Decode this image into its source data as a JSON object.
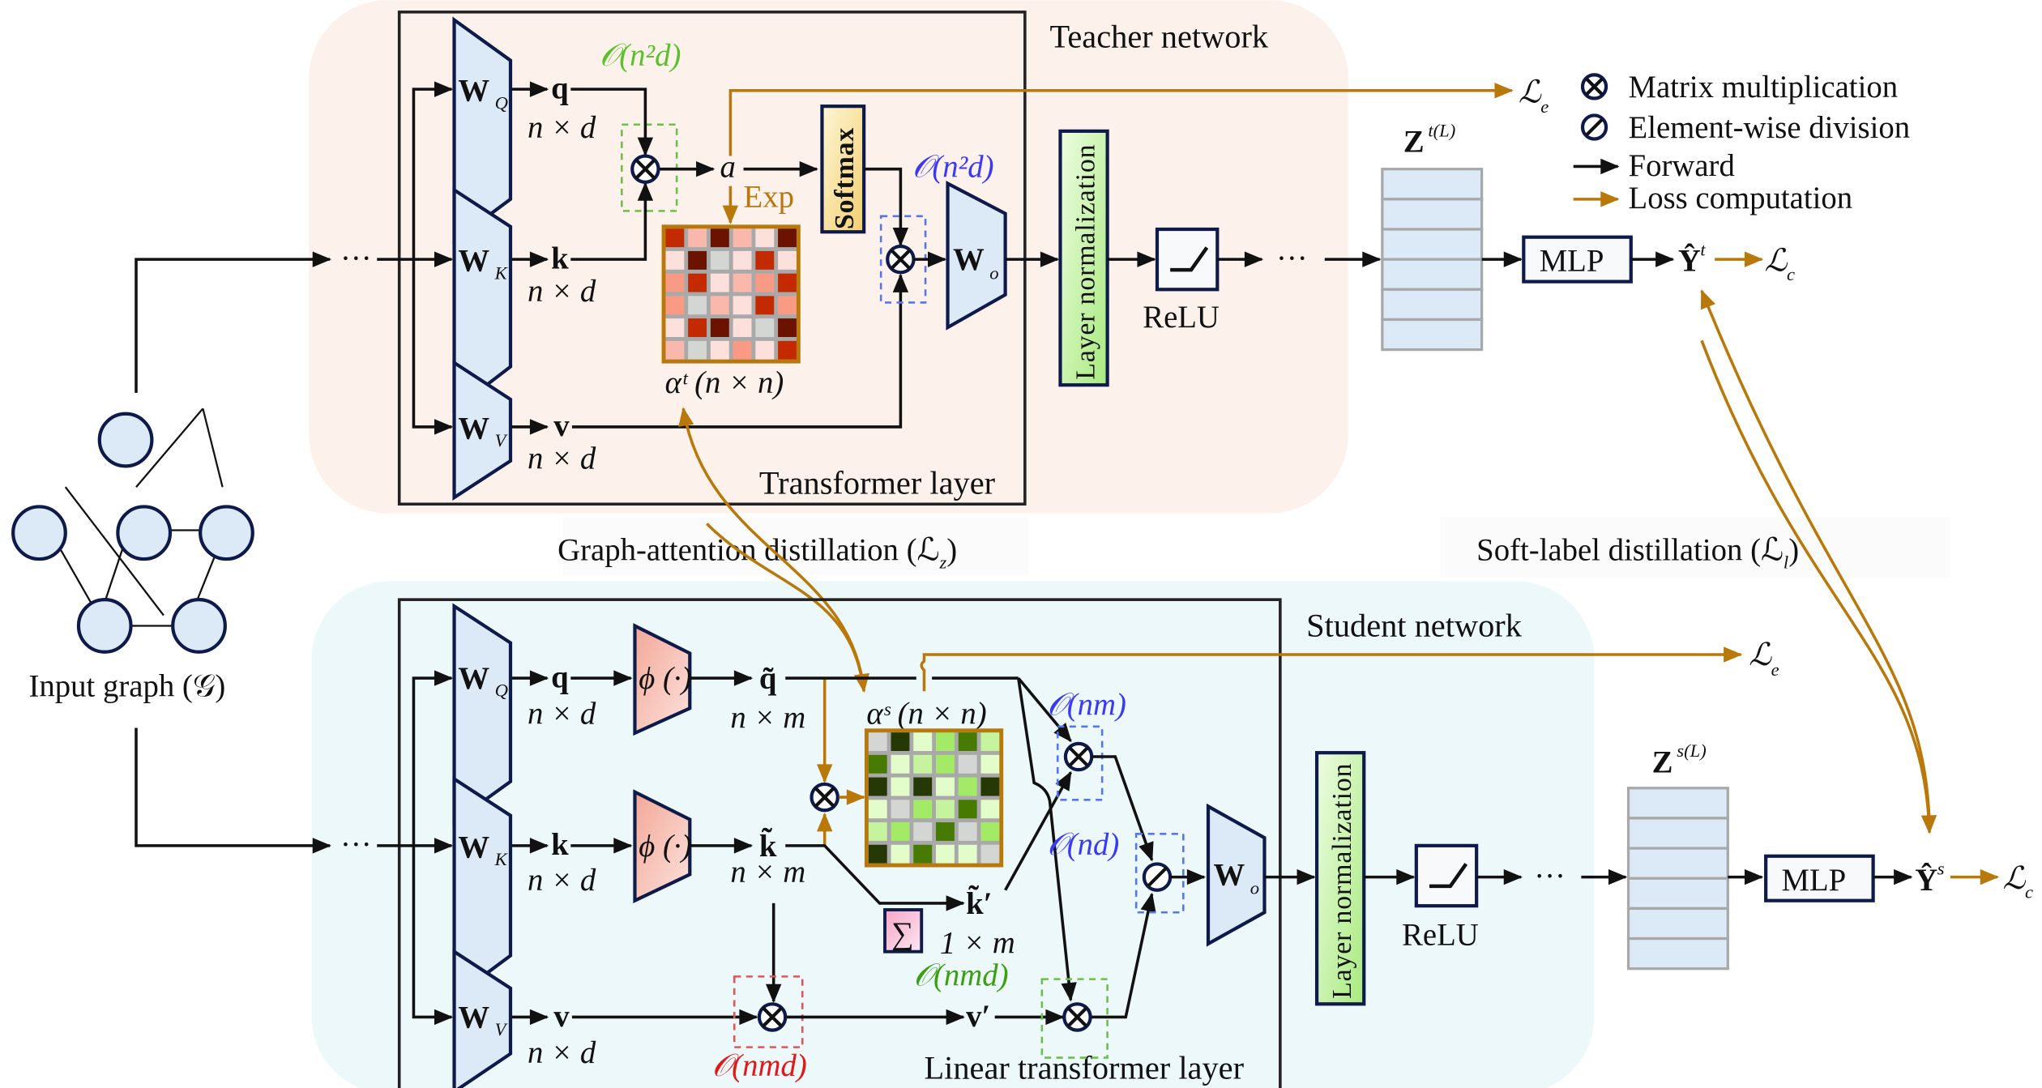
{
  "figure": {
    "teacher": {
      "section_title": "Teacher network",
      "layer_title": "Transformer layer",
      "wq": {
        "main": "W",
        "sub": "Q"
      },
      "wk": {
        "main": "W",
        "sub": "K"
      },
      "wv": {
        "main": "W",
        "sub": "V"
      },
      "wo": {
        "main": "W",
        "sub": "o"
      },
      "q": "q",
      "k": "k",
      "v": "v",
      "q_dim": "n × d",
      "k_dim": "n × d",
      "v_dim": "n × d",
      "a_label": "a",
      "exp_label": "Exp",
      "softmax_label": "Softmax",
      "complexity_qk": "𝒪(n²d)",
      "complexity_av": "𝒪(n²d)",
      "attention_label": "αᵗ (n × n)",
      "attention_matrix": [
        [
          "red",
          "lightpink",
          "darkred",
          "lightpink",
          "palepink",
          "darkred"
        ],
        [
          "palepink",
          "darkred",
          "gray",
          "palepink",
          "red",
          "palepink"
        ],
        [
          "salmon",
          "red",
          "palepink",
          "lightpink",
          "salmon",
          "red"
        ],
        [
          "salmon",
          "gray",
          "lightpink",
          "palepink",
          "red",
          "salmon"
        ],
        [
          "palepink",
          "red",
          "darkred",
          "palepink",
          "gray",
          "darkred"
        ],
        [
          "lightpink",
          "gray",
          "palepink",
          "salmon",
          "palepink",
          "red"
        ]
      ],
      "layernorm_label": "Layer normalization",
      "relu_label": "ReLU",
      "ellipsis": "···",
      "z_label": "Z",
      "z_sup": "t(L)",
      "mlp_label": "MLP",
      "y_label": "Ŷ",
      "y_sup": "t",
      "loss_e": {
        "main": "ℒ",
        "sub": "e"
      },
      "loss_c": {
        "main": "ℒ",
        "sub": "c"
      }
    },
    "student": {
      "section_title": "Student network",
      "layer_title": "Linear transformer layer",
      "wq": {
        "main": "W",
        "sub": "Q"
      },
      "wk": {
        "main": "W",
        "sub": "K"
      },
      "wv": {
        "main": "W",
        "sub": "V"
      },
      "wo": {
        "main": "W",
        "sub": "o"
      },
      "q": "q",
      "k": "k",
      "v": "v",
      "q_dim": "n × d",
      "k_dim": "n × d",
      "v_dim": "n × d",
      "phi_label": "ϕ (·)",
      "q_tilde": "q̃",
      "k_tilde": "k̃",
      "q_tilde_dim": "n × m",
      "k_tilde_dim": "n × m",
      "k_prime": "k̃′",
      "k_prime_dim": "1 × m",
      "sum_label": "∑",
      "v_prime": "v′",
      "complexity_kv": "𝒪(nmd)",
      "complexity_qkv": "𝒪(nmd)",
      "complexity_nm": "𝒪(nm)",
      "complexity_nd": "𝒪(nd)",
      "attention_label": "αˢ (n × n)",
      "attention_matrix": [
        [
          "gray",
          "darkgreen",
          "palegreen",
          "lightgreen",
          "green",
          "midgreen"
        ],
        [
          "green",
          "palegreen",
          "midgreen",
          "lightgreen",
          "gray",
          "palegreen"
        ],
        [
          "darkgreen",
          "palegreen",
          "darkgreen",
          "palegreen",
          "lightgreen",
          "darkgreen"
        ],
        [
          "palegreen",
          "gray",
          "lightgreen",
          "midgreen",
          "green",
          "palegreen"
        ],
        [
          "midgreen",
          "lightgreen",
          "gray",
          "green",
          "gray",
          "lightgreen"
        ],
        [
          "darkgreen",
          "palegreen",
          "green",
          "palegreen",
          "palegreen",
          "gray"
        ]
      ],
      "layernorm_label": "Layer normalization",
      "relu_label": "ReLU",
      "ellipsis": "···",
      "z_label": "Z",
      "z_sup": "s(L)",
      "mlp_label": "MLP",
      "y_label": "Ŷ",
      "y_sup": "s",
      "loss_e": {
        "main": "ℒ",
        "sub": "e"
      },
      "loss_c": {
        "main": "ℒ",
        "sub": "c"
      }
    },
    "input_graph_label": "Input graph (𝒢)",
    "input_ellipsis": "···",
    "distillation": {
      "graph_attention": "Graph-attention distillation (ℒ",
      "graph_attention_sub": "z",
      "soft_label": "Soft-label distillation (ℒ",
      "soft_label_sub": "l",
      "close_paren": ")"
    },
    "legend": [
      {
        "icon": "matrix-multiplication-icon",
        "label": "Matrix multiplication"
      },
      {
        "icon": "element-wise-division-icon",
        "label": "Element-wise division"
      },
      {
        "icon": "forward-arrow-icon",
        "label": "Forward"
      },
      {
        "icon": "loss-arrow-icon",
        "label": "Loss computation"
      }
    ],
    "colors": {
      "teacher_bg": "#fdf1ec",
      "student_bg": "#edf8fb",
      "loss": "#b8780a",
      "forward": "#111111",
      "complexity_green": "#5cc02a",
      "complexity_blue": "#3a3af0",
      "complexity_red": "#e01818",
      "teacher_palette": {
        "darkred": "#6b1200",
        "red": "#c42a00",
        "salmon": "#f99a85",
        "lightpink": "#fab8ad",
        "palepink": "#fde0dc",
        "gray": "#d4d6d4"
      },
      "student_palette": {
        "darkgreen": "#263806",
        "green": "#467a00",
        "lightgreen": "#a3ea66",
        "midgreen": "#c6f49e",
        "palegreen": "#e2fcca",
        "gray": "#d4d6d4"
      }
    }
  }
}
